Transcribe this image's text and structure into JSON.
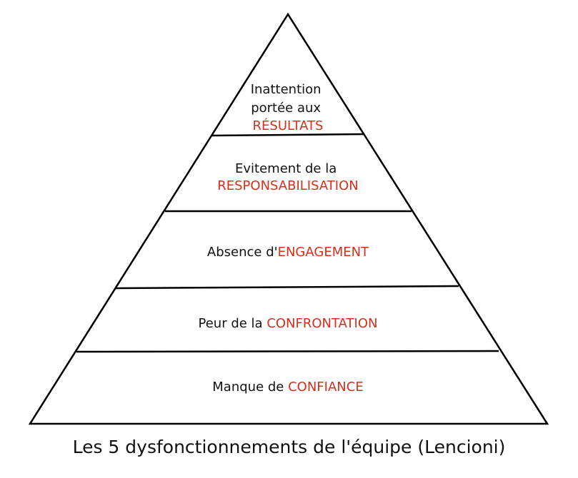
{
  "colors": {
    "text": "#111111",
    "highlight": "#d4301c",
    "lines": "#000000"
  },
  "levels": [
    {
      "lines": [
        {
          "parts": [
            {
              "text": "Inattention",
              "highlight": false
            }
          ]
        },
        {
          "parts": [
            {
              "text": "portée aux",
              "highlight": false
            }
          ]
        },
        {
          "parts": [
            {
              "text": "RÉSULTATS",
              "highlight": true
            }
          ]
        }
      ]
    },
    {
      "lines": [
        {
          "parts": [
            {
              "text": "Evitement de la",
              "highlight": false
            }
          ]
        },
        {
          "parts": [
            {
              "text": "RESPONSABILISATION",
              "highlight": true
            }
          ]
        }
      ]
    },
    {
      "lines": [
        {
          "parts": [
            {
              "text": "Absence d'",
              "highlight": false
            },
            {
              "text": "ENGAGEMENT",
              "highlight": true
            }
          ]
        }
      ]
    },
    {
      "lines": [
        {
          "parts": [
            {
              "text": "Peur de la ",
              "highlight": false
            },
            {
              "text": "CONFRONTATION",
              "highlight": true
            }
          ]
        }
      ]
    },
    {
      "lines": [
        {
          "parts": [
            {
              "text": "Manque de ",
              "highlight": false
            },
            {
              "text": "CONFIANCE",
              "highlight": true
            }
          ]
        }
      ]
    }
  ],
  "caption": "Les 5 dysfonctionnements de l'équipe (Lencioni)"
}
